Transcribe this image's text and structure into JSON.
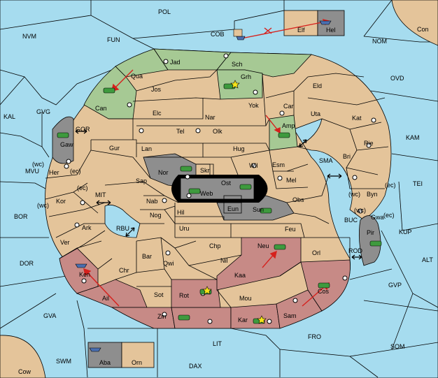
{
  "colors": {
    "sea": "#a6dcef",
    "land": "#e4c49a",
    "green_player": "#a6c994",
    "red_player": "#c78a86",
    "neutral_gray": "#8e8e8e"
  },
  "territories": {
    "pol": "POL",
    "nvm": "NVM",
    "fun": "FUN",
    "cob": "COB",
    "nom": "NOM",
    "con": "Con",
    "elf": "Elf",
    "hel": "Hel",
    "ovd": "OVD",
    "kal": "KAL",
    "gvg": "GVG",
    "gor": "GOR",
    "mvu": "MVU",
    "kam": "KAM",
    "tei": "TEI",
    "bor": "BOR",
    "mit": "MIT",
    "rbu": "RBU",
    "sma": "SMA",
    "kup": "KUP",
    "buc": "BUC",
    "rod": "ROD",
    "dor": "DOR",
    "alt": "ALT",
    "gvp": "GVP",
    "gva": "GVA",
    "fro": "FRO",
    "lit": "LIT",
    "som": "SOM",
    "swm": "SWM",
    "dax": "DAX",
    "cow": "Cow",
    "aba": "Aba",
    "orn": "Orn",
    "jad": "Jad",
    "sch": "Sch",
    "qua": "Qua",
    "grh": "Grh",
    "jos": "Jos",
    "eld": "Eld",
    "can": "Can",
    "yok": "Yok",
    "car": "Car",
    "elc": "Elc",
    "nar": "Nar",
    "uta": "Uta",
    "kat": "Kat",
    "amp": "Amp",
    "tel": "Tel",
    "olk": "Olk",
    "gaw": "Gaw",
    "gur": "Gur",
    "lan": "Lan",
    "hug": "Hug",
    "rie": "Rie",
    "bri": "Bri",
    "wil": "Wil",
    "esm": "Esm",
    "nor": "Nor",
    "skr": "Skr",
    "her": "Her",
    "wc1": "(wc)",
    "ec1": "(ec)",
    "ec2": "(ec)",
    "sap": "Sap",
    "ost": "Ost",
    "mel": "Mel",
    "web": "Web",
    "byn": "Byn",
    "wc2": "(wc)",
    "ec3": "(ec)",
    "kor": "Kor",
    "wc3": "(wc)",
    "nab": "Nab",
    "obs": "Obs",
    "eun": "Eun",
    "wc4": "(wc)",
    "gwa": "Gwa",
    "ec4": "(ec)",
    "sun": "Sun",
    "hil": "Hil",
    "nog": "Nog",
    "ark": "Ark",
    "uru": "Uru",
    "feu": "Feu",
    "pir": "Pir",
    "ver": "Ver",
    "neu": "Neu",
    "chp": "Chp",
    "bar": "Bar",
    "orl": "Orl",
    "nil": "Nil",
    "qwi": "Qwi",
    "chr": "Chr",
    "ken": "Ken",
    "kaa": "Kaa",
    "rot": "Rot",
    "sot": "Sot",
    "ail": "Ail",
    "mou": "Mou",
    "cos": "Cos",
    "sam": "Sam",
    "zin": "Zin",
    "kar": "Kar"
  }
}
